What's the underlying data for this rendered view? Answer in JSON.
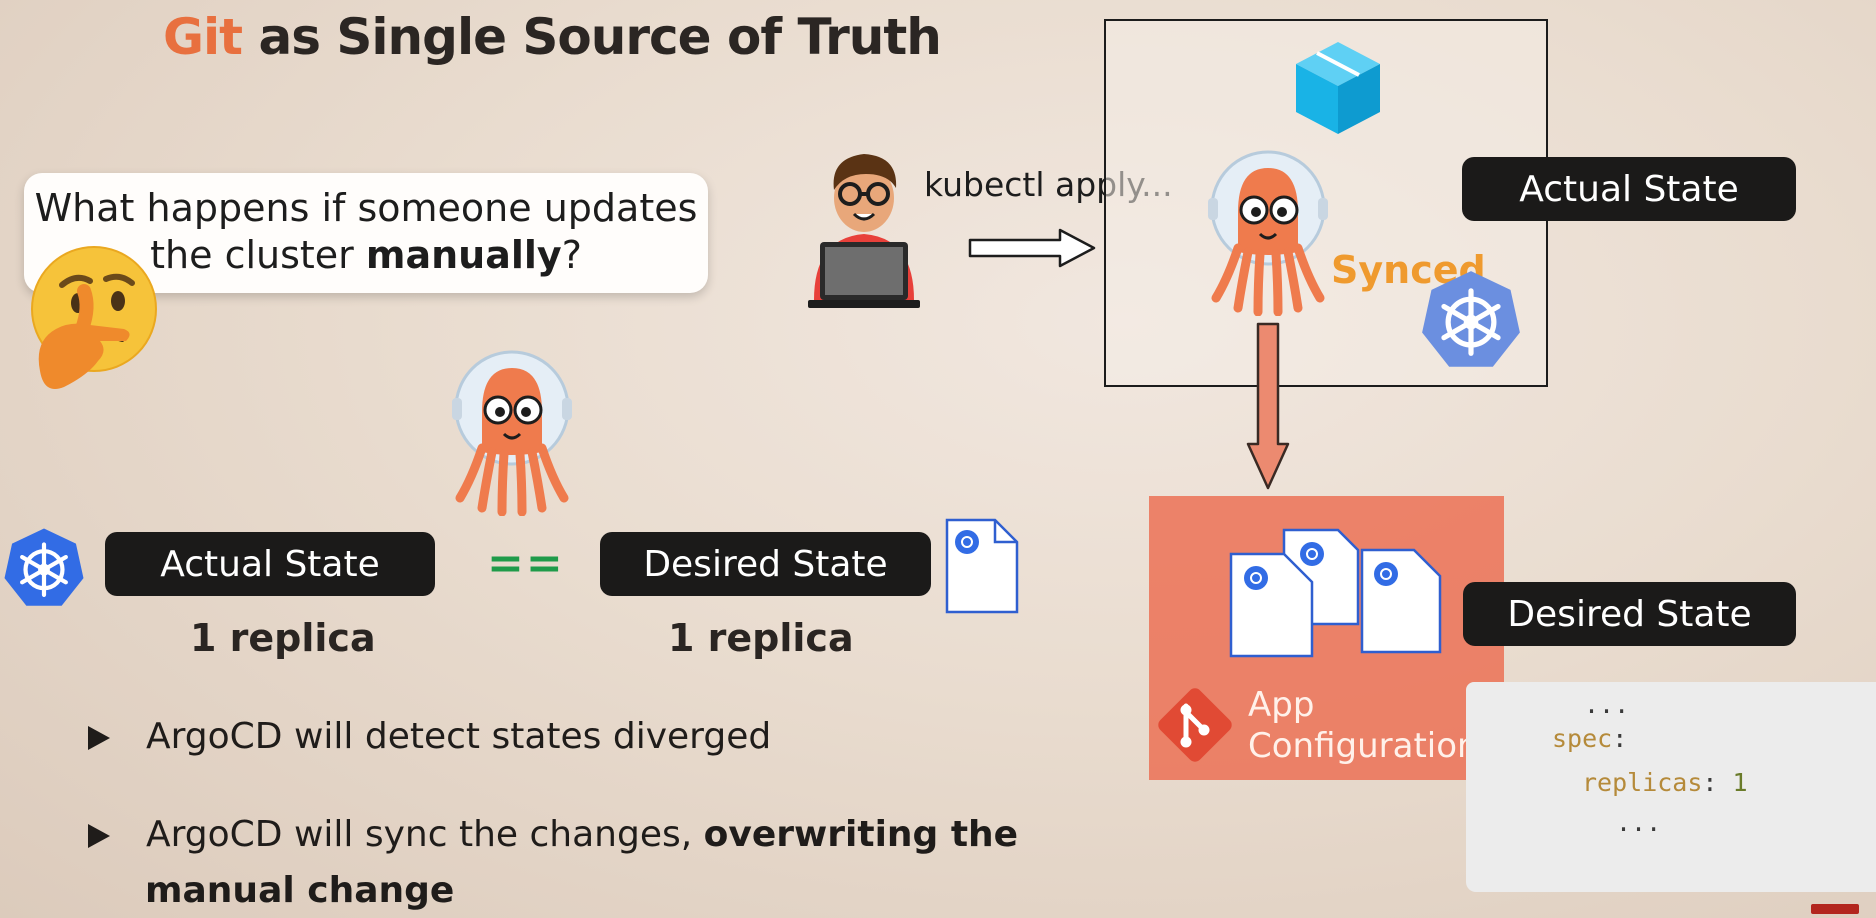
{
  "title": {
    "accent": "Git",
    "rest": " as Single Source of Truth"
  },
  "question": {
    "line1": "What happens if someone updates",
    "line2_prefix": "the cluster ",
    "line2_bold": "manually",
    "line2_suffix": "?"
  },
  "comparison": {
    "left_label": "Actual State",
    "left_value": "1 replica",
    "operator": "==",
    "right_label": "Desired State",
    "right_value": "1 replica"
  },
  "bullets": [
    {
      "text": "ArgoCD will detect states diverged",
      "bold": ""
    },
    {
      "text": "ArgoCD will sync the changes, ",
      "bold": "overwriting the",
      "continuation": "manual change"
    }
  ],
  "cluster": {
    "command": "kubectl apply...",
    "status": "Synced",
    "label": "Actual State"
  },
  "repo": {
    "line1": "App",
    "line2": "Configuration",
    "label": "Desired State"
  },
  "yaml": {
    "line1": "...",
    "key1": "spec",
    "key2": "replicas",
    "value2": "1",
    "line4": "..."
  },
  "colors": {
    "accent": "#e8703f",
    "pill_bg": "#1b1a19",
    "equals": "#1f9b4a",
    "synced": "#ef9a2e",
    "kubernetes_blue": "#326ce5",
    "repo_bg": "#ec6c50",
    "argo_orange": "#ef7b4d"
  },
  "icons": [
    "thinking-face-icon",
    "argo-octopus-icon",
    "kubernetes-helm-icon",
    "manifest-file-icon",
    "developer-laptop-icon",
    "cube-icon",
    "git-icon",
    "right-arrow-icon",
    "down-arrow-icon"
  ]
}
